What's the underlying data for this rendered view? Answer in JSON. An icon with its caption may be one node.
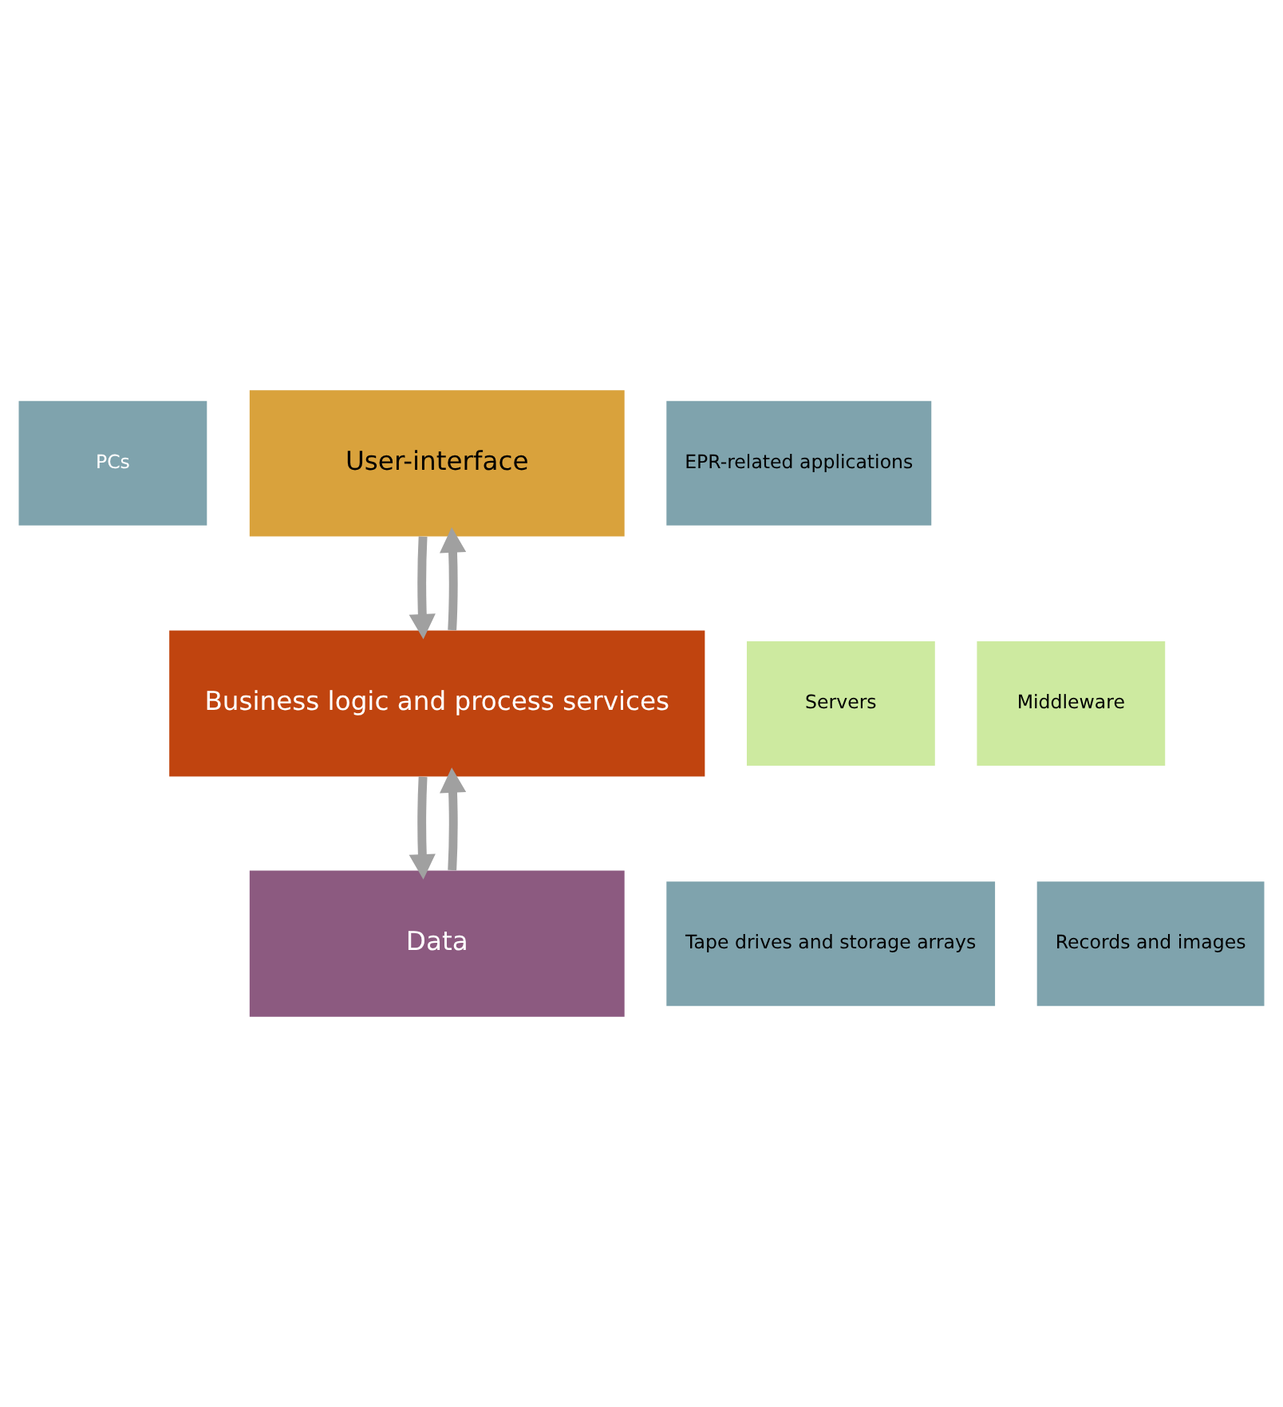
{
  "diagram": {
    "nodes": [
      {
        "text": [
          "PCs"
        ]
      },
      {
        "text": [
          "User-interface"
        ]
      },
      {
        "text": [
          "EPR-related applications"
        ]
      },
      {
        "text": [
          "Servers"
        ]
      },
      {
        "text": [
          "Business logic and process services"
        ]
      },
      {
        "text": [
          "Middleware"
        ]
      },
      {
        "text": [
          "Tape drives and storage arrays"
        ]
      },
      {
        "text": [
          "Data"
        ]
      },
      {
        "text": [
          "Records and images"
        ]
      }
    ],
    "edges": [
      {
        "from": 4,
        "to": 1,
        "arrow": "to"
      },
      {
        "from": 1,
        "to": 4,
        "arrow": "to"
      },
      {
        "from": 7,
        "to": 4,
        "arrow": "to"
      },
      {
        "from": 4,
        "to": 7,
        "arrow": "to"
      }
    ]
  }
}
